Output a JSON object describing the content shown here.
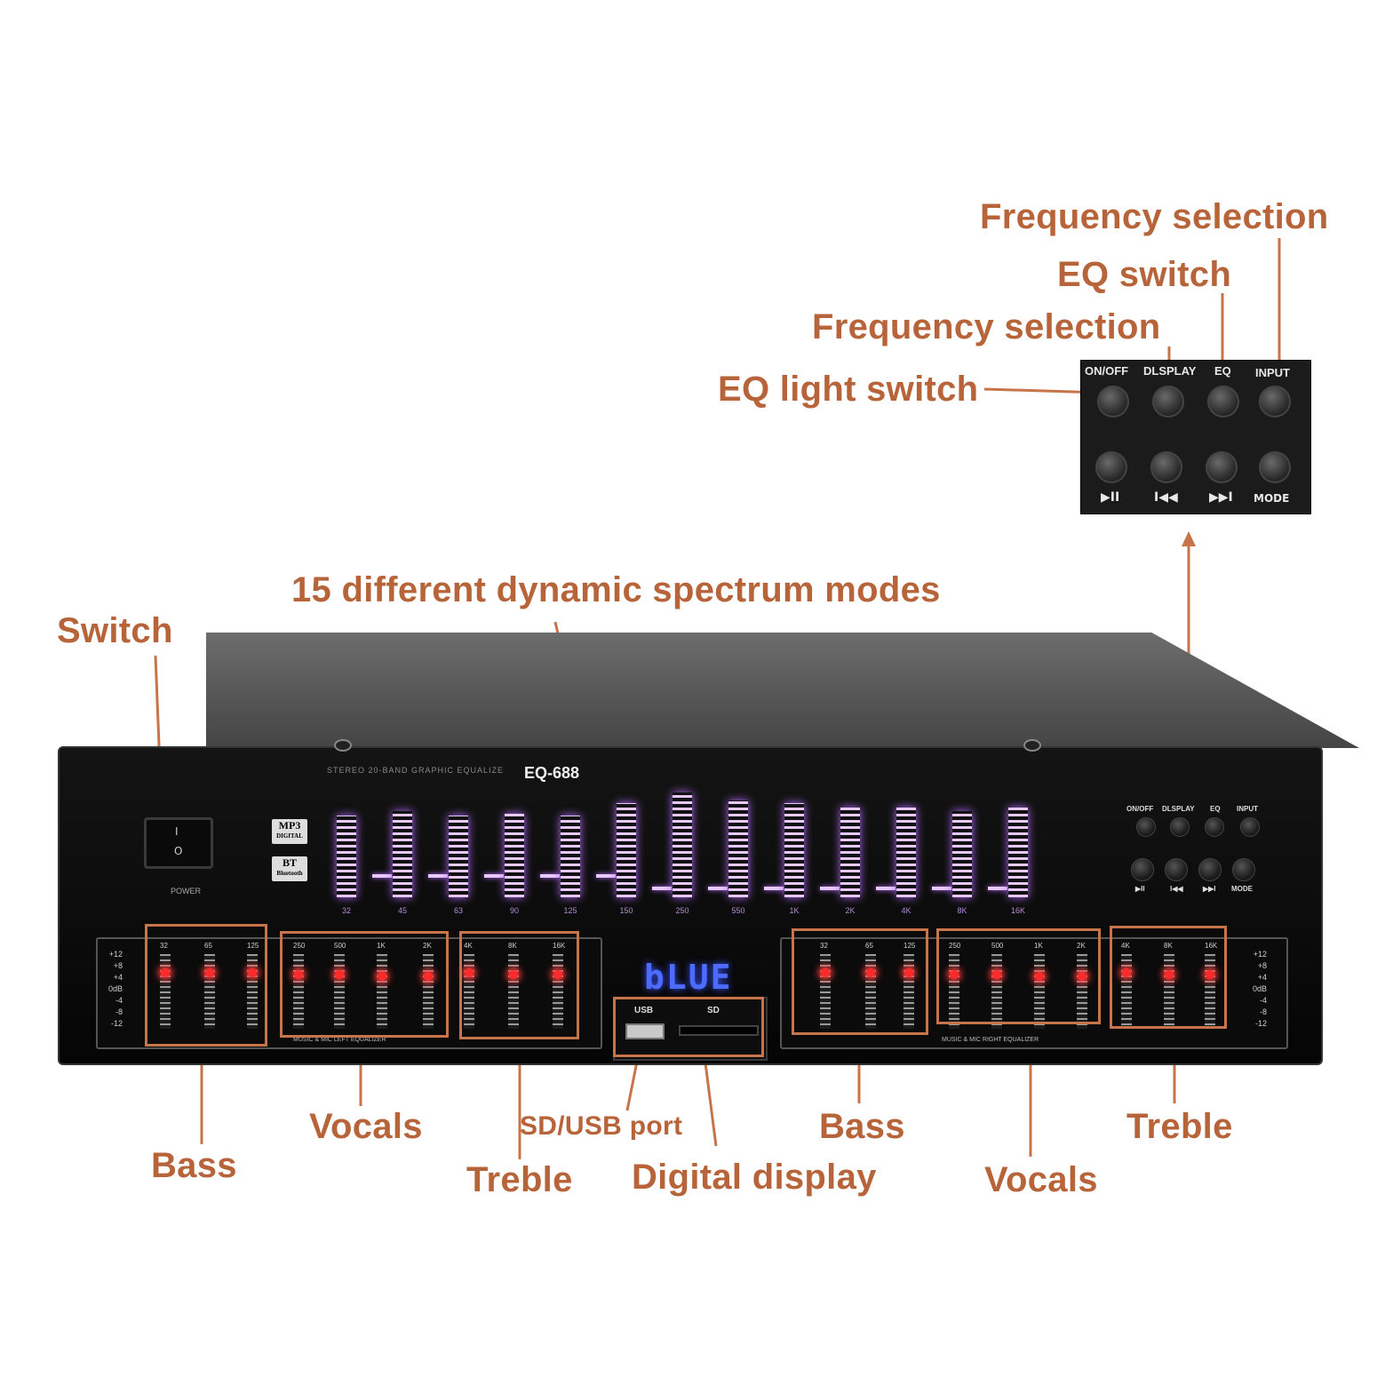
{
  "callouts": {
    "freq_selection_top": "Frequency selection",
    "eq_switch": "EQ switch",
    "freq_selection_mid": "Frequency selection",
    "eq_light_switch": "EQ light switch",
    "spectrum_modes": "15 different dynamic spectrum modes",
    "switch": "Switch",
    "bass_left": "Bass",
    "vocals_left": "Vocals",
    "sd_usb_port": "SD/USB port",
    "treble_left": "Treble",
    "digital_display": "Digital display",
    "bass_right": "Bass",
    "vocals_right": "Vocals",
    "treble_right": "Treble"
  },
  "control_panel": {
    "top_labels": [
      "ON/OFF",
      "DLSPLAY",
      "EQ",
      "INPUT"
    ],
    "bottom_labels": [
      "▶II",
      "I◀◀",
      "▶▶I",
      "MODE"
    ]
  },
  "device": {
    "model": "EQ-688",
    "model_subtitle": "STEREO 20-BAND GRAPHIC EQUALIZE",
    "power_label": "POWER",
    "rocker_on": "I",
    "rocker_off": "O",
    "badge_mp3": "MP3",
    "badge_mp3_sub": "DIGITAL",
    "badge_bt": "BT",
    "badge_bt_sub": "Bluetooth",
    "spectrum_freqs": [
      "32",
      "45",
      "63",
      "90",
      "125",
      "150",
      "250",
      "550",
      "1K",
      "2K",
      "4K",
      "8K",
      "16K"
    ],
    "digital_display_text": "bLUE",
    "usb_label": "USB",
    "sd_label": "SD",
    "left_eq_title": "MUSIC & MIC LEFT EQUALIZER",
    "right_eq_title": "MUSIC & MIC RIGHT EQUALIZER",
    "scale": [
      "+12",
      "+8",
      "+4",
      "0dB",
      "-4",
      "-8",
      "-12"
    ],
    "bands": [
      "32",
      "65",
      "125",
      "250",
      "500",
      "1K",
      "2K",
      "4K",
      "8K",
      "16K"
    ],
    "front_ctrl_labels": [
      "ON/OFF",
      "DLSPLAY",
      "EQ",
      "INPUT"
    ],
    "front_ctrl_bottom": [
      "▶II",
      "I◀◀",
      "▶▶I",
      "MODE"
    ]
  },
  "spectrum_levels": [
    0.78,
    0.82,
    0.78,
    0.8,
    0.78,
    0.9,
    1.0,
    0.92,
    0.9,
    0.86,
    0.86,
    0.82,
    0.86
  ],
  "colors": {
    "callout": "#b8643a",
    "spectrum": "#e7c9ff",
    "led": "#ff2a2a",
    "display": "#4d6bff"
  }
}
